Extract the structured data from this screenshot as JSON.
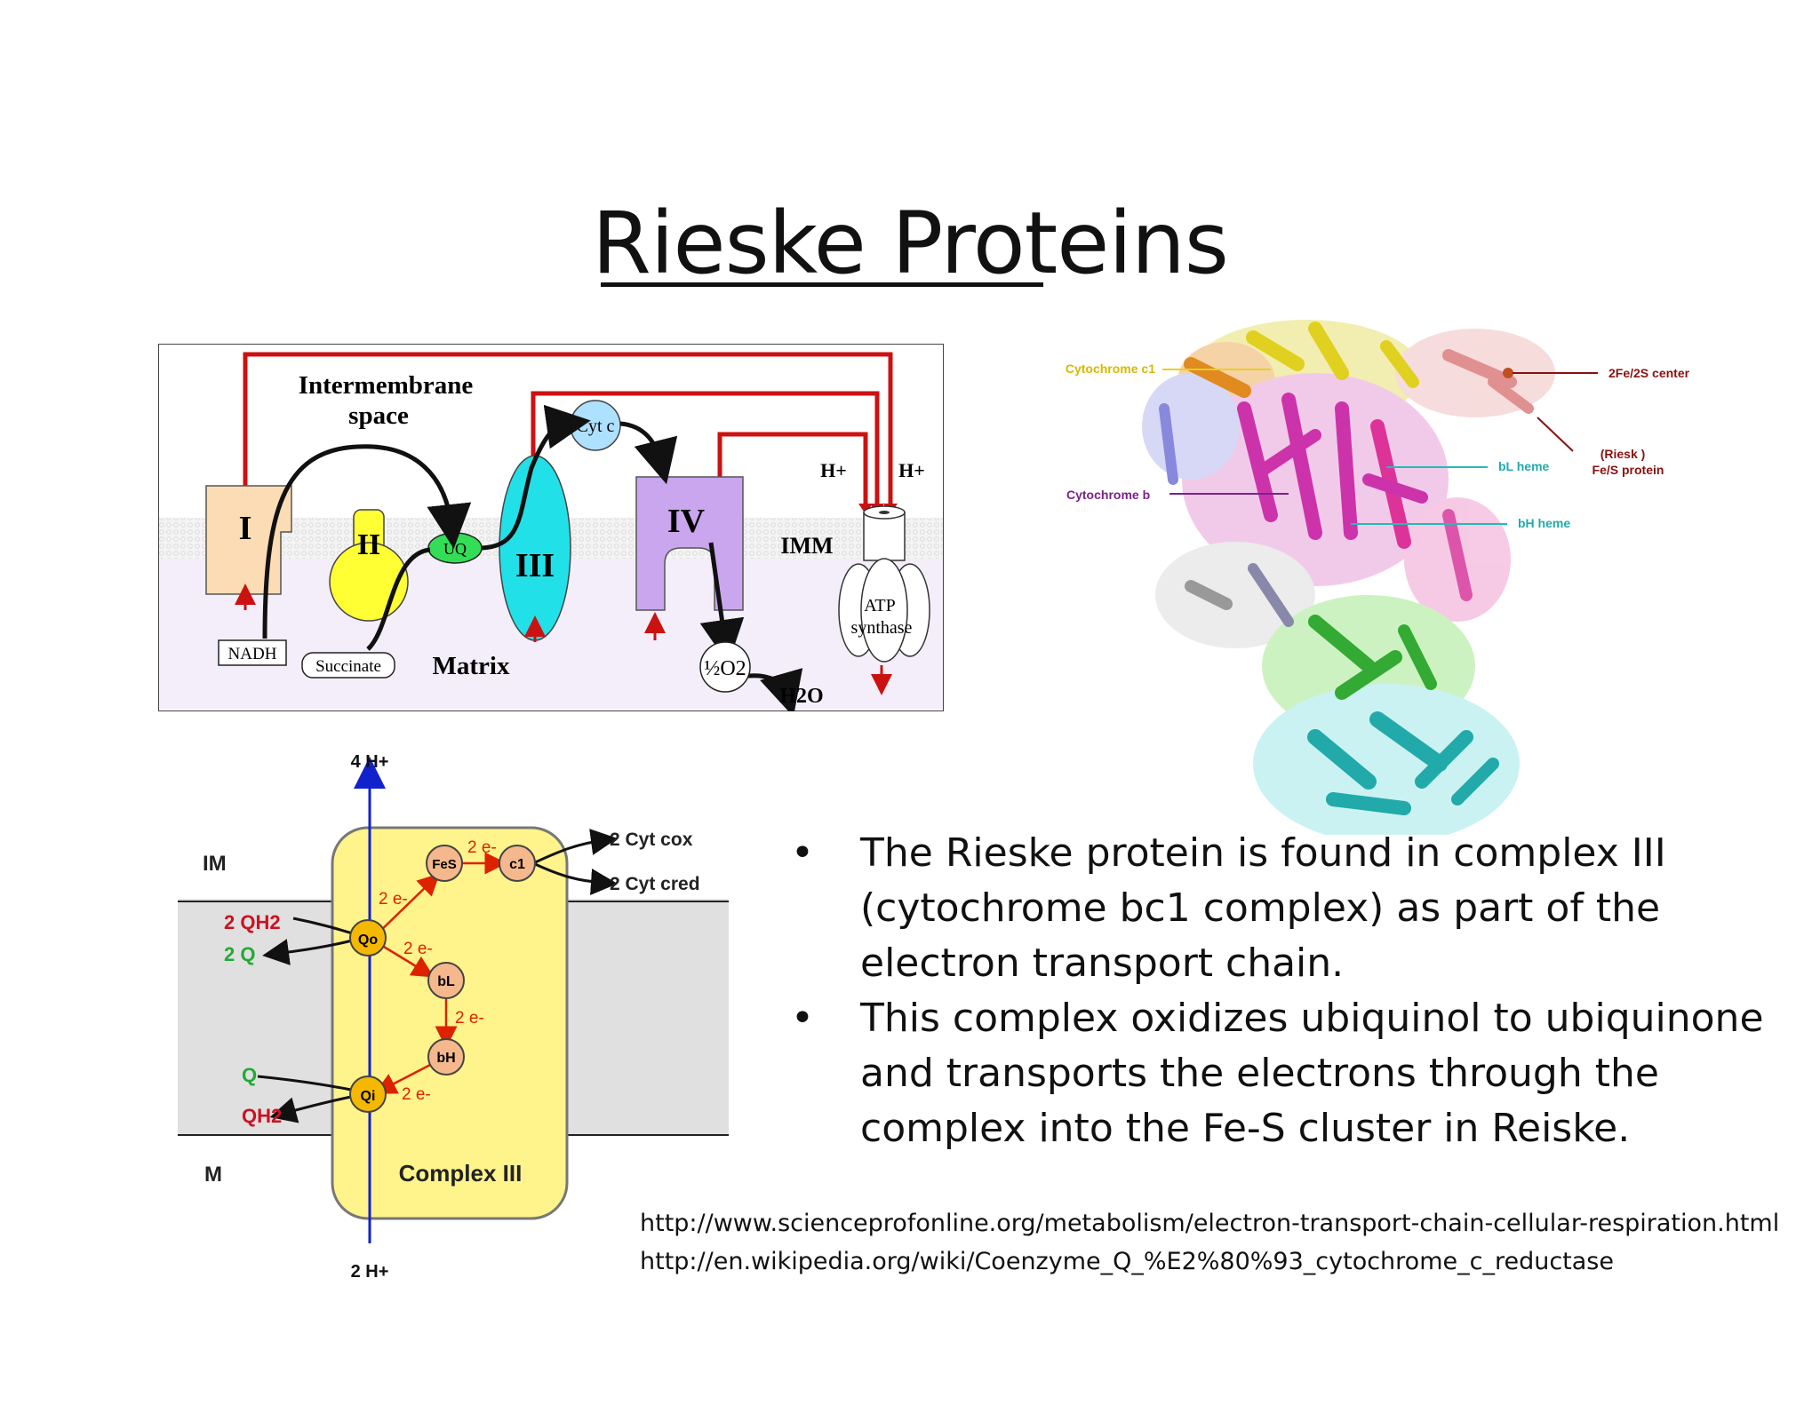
{
  "title": "Rieske Proteins",
  "etc_diagram": {
    "intermembrane_line1": "Intermembrane",
    "intermembrane_line2": "space",
    "complex_I": "I",
    "complex_II": "II",
    "uq": "UQ",
    "complex_III": "III",
    "cyt_c": "Cyt c",
    "complex_IV": "IV",
    "h_plus_1": "H+",
    "h_plus_2": "H+",
    "imm": "IMM",
    "atp_line1": "ATP",
    "atp_line2": "synthase",
    "nadh": "NADH",
    "succinate": "Succinate",
    "matrix": "Matrix",
    "oxygen": "½O2",
    "water": "H2O"
  },
  "structure": {
    "cytochrome_c1": "Cytochrome c1",
    "center_2fe2s": "2Fe/2S center",
    "riesk_line1": "(Riesk )",
    "riesk_line2": "Fe/S protein",
    "bl_heme": "bL heme",
    "cytochrome_b": "Cytochrome b",
    "bh_heme": "bH heme"
  },
  "complex3": {
    "top_protons": "4 H+",
    "im": "IM",
    "m": "M",
    "qh2_in": "2 QH2",
    "q_out": "2 Q",
    "q_in": "Q",
    "qh2_out": "QH2",
    "qo": "Qo",
    "qi": "Qi",
    "fes": "FeS",
    "c1": "c1",
    "bl": "bL",
    "bh": "bH",
    "e1": "2 e-",
    "e2": "2 e-",
    "e3": "2 e-",
    "e4": "2 e-",
    "e5": "2 e-",
    "cyt_ox": "2 Cyt cox",
    "cyt_red": "2 Cyt cred",
    "label": "Complex III",
    "bottom_protons": "2 H+"
  },
  "bullets": [
    "The Rieske protein is found in complex III (cytochrome bc1 complex) as part of the electron transport chain.",
    "This complex oxidizes ubiquinol to ubiquinone and transports the electrons through the complex into the Fe-S cluster in Reiske."
  ],
  "sources": [
    "http://www.scienceprofonline.org/metabolism/electron-transport-chain-cellular-respiration.html",
    "http://en.wikipedia.org/wiki/Coenzyme_Q_%E2%80%93_cytochrome_c_reductase"
  ],
  "colors": {
    "membrane_band": "#e4e4e4",
    "matrix_lavender": "#f3eefa",
    "complex_I": "#fbdcb4",
    "complex_II": "#ffff33",
    "uq": "#33dd55",
    "complex_III": "#22e0e8",
    "complex_IV": "#c9a6ee",
    "cyt_c": "#aee0ff",
    "proton_red": "#cc1111",
    "complex3_yellow": "#fff38c",
    "magenta": "#cc33aa",
    "green": "#44bb33",
    "cyan": "#33c8c8"
  }
}
